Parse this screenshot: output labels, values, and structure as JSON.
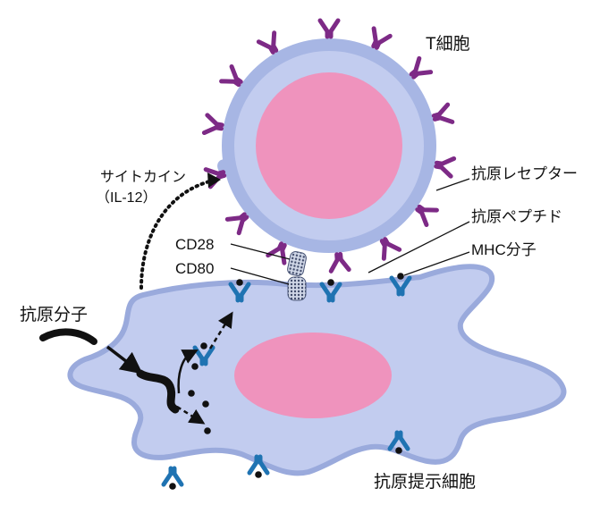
{
  "labels": {
    "t_cell": "T細胞",
    "cytokine_line1": "サイトカイン",
    "cytokine_line2": "（IL-12）",
    "antigen_receptor": "抗原レセプター",
    "antigen_peptide": "抗原ペプチド",
    "mhc": "MHC分子",
    "cd28": "CD28",
    "cd80": "CD80",
    "antigen_molecule": "抗原分子",
    "apc": "抗原提示細胞"
  },
  "colors": {
    "membrane": "#a7b6e4",
    "membrane_edge": "#8f9fd6",
    "cytoplasm": "#c2ccef",
    "nucleus": "#ef93bd",
    "receptor": "#7d2a86",
    "mhc": "#1f73b2",
    "peptide": "#111111"
  }
}
